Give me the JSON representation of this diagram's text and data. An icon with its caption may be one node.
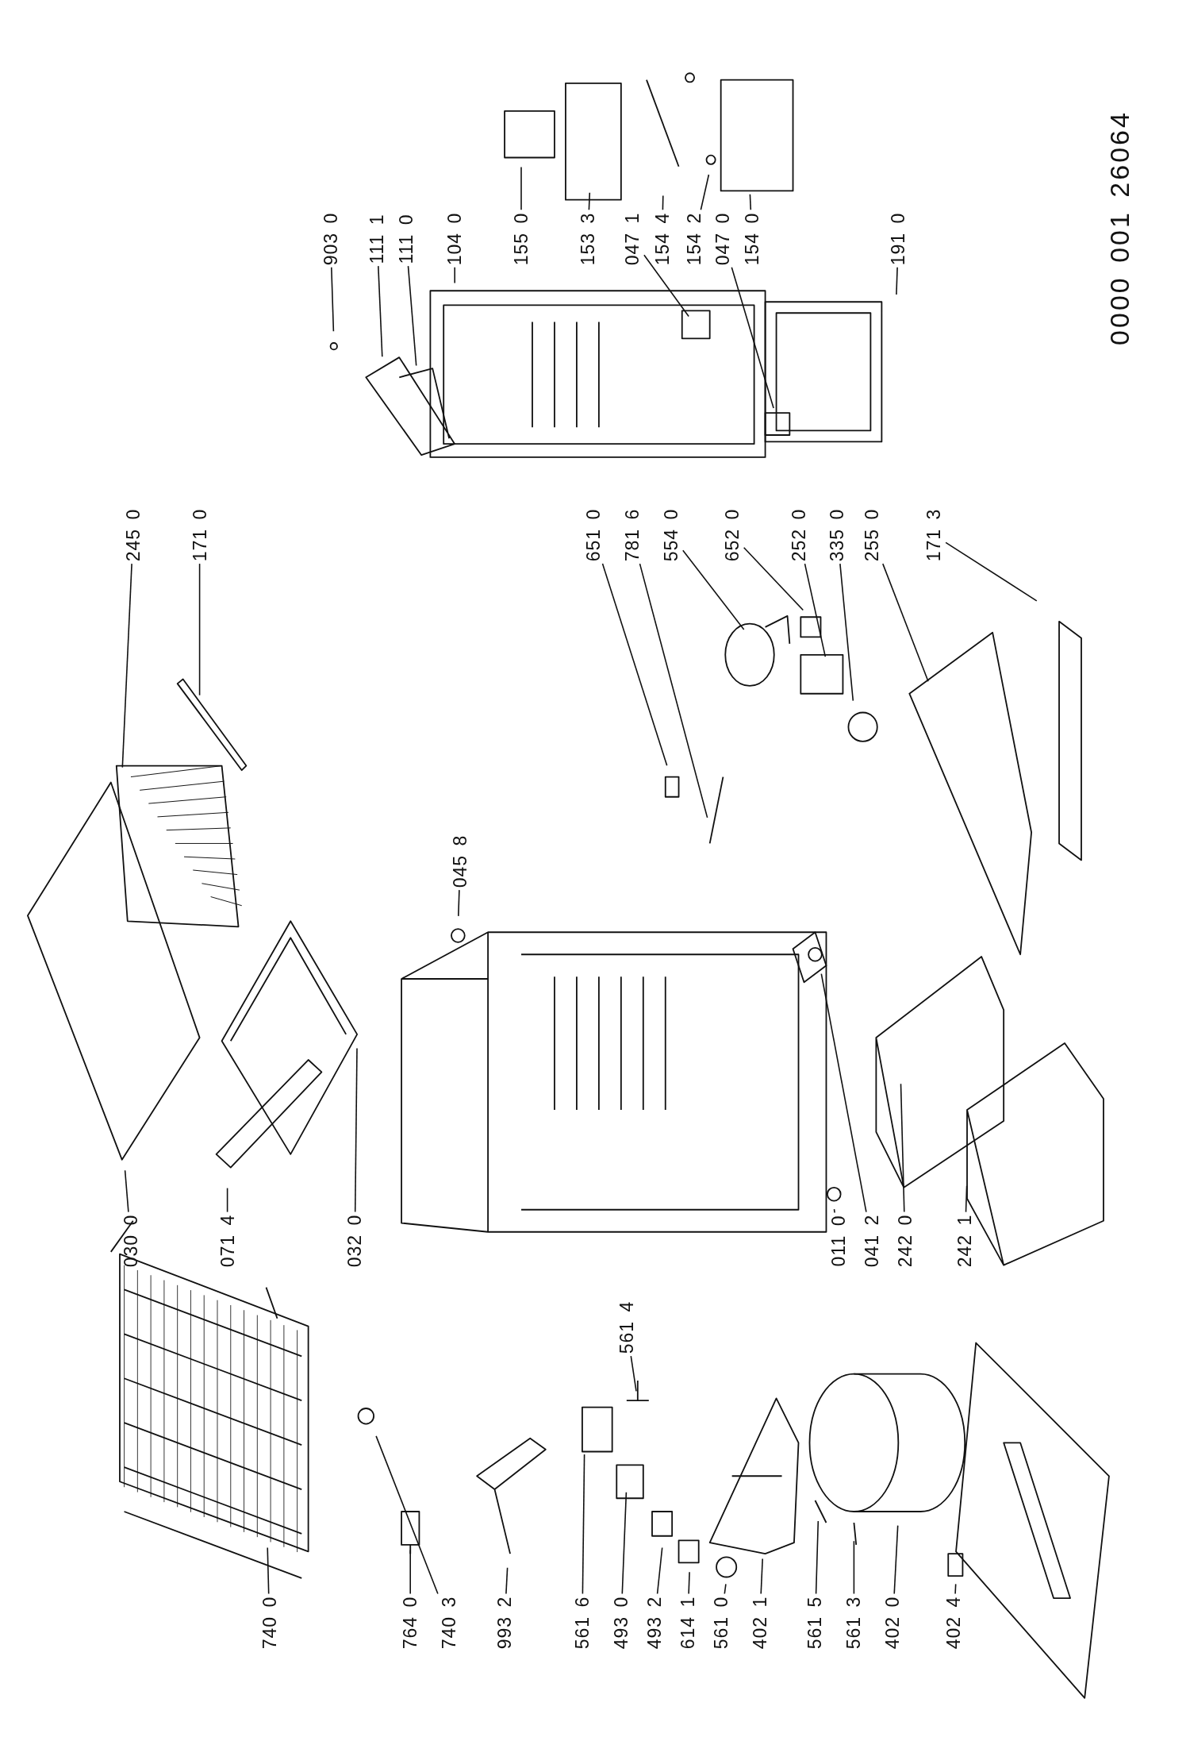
{
  "diagram": {
    "nodes": [
      {
        "text": [
          "903 0"
        ]
      },
      {
        "text": [
          "111 1"
        ]
      },
      {
        "text": [
          "111 0"
        ]
      },
      {
        "text": [
          "104 0"
        ]
      },
      {
        "text": [
          "155 0"
        ]
      },
      {
        "text": [
          "153 3"
        ]
      },
      {
        "text": [
          "047 1"
        ]
      },
      {
        "text": [
          "154 4"
        ]
      },
      {
        "text": [
          "154 2"
        ]
      },
      {
        "text": [
          "047 0"
        ]
      },
      {
        "text": [
          "154 0"
        ]
      },
      {
        "text": [
          "191 0"
        ]
      },
      {
        "text": [
          "245 0"
        ]
      },
      {
        "text": [
          "171 0"
        ]
      },
      {
        "text": [
          "651 0"
        ]
      },
      {
        "text": [
          "781 6"
        ]
      },
      {
        "text": [
          "554 0"
        ]
      },
      {
        "text": [
          "652 0"
        ]
      },
      {
        "text": [
          "252 0"
        ]
      },
      {
        "text": [
          "335 0"
        ]
      },
      {
        "text": [
          "255 0"
        ]
      },
      {
        "text": [
          "171 3"
        ]
      },
      {
        "text": [
          "045 8"
        ]
      },
      {
        "text": [
          "030 0"
        ]
      },
      {
        "text": [
          "071 4"
        ]
      },
      {
        "text": [
          "032 0"
        ]
      },
      {
        "text": [
          "011 0"
        ]
      },
      {
        "text": [
          "041 2"
        ]
      },
      {
        "text": [
          "242 0"
        ]
      },
      {
        "text": [
          "242 1"
        ]
      },
      {
        "text": [
          "561 4"
        ]
      },
      {
        "text": [
          "740 0"
        ]
      },
      {
        "text": [
          "764 0"
        ]
      },
      {
        "text": [
          "740 3"
        ]
      },
      {
        "text": [
          "993 2"
        ]
      },
      {
        "text": [
          "561 6"
        ]
      },
      {
        "text": [
          "493 0"
        ]
      },
      {
        "text": [
          "493 2"
        ]
      },
      {
        "text": [
          "614 1"
        ]
      },
      {
        "text": [
          "561 0"
        ]
      },
      {
        "text": [
          "402 1"
        ]
      },
      {
        "text": [
          "561 5"
        ]
      },
      {
        "text": [
          "561 3"
        ]
      },
      {
        "text": [
          "402 0"
        ]
      },
      {
        "text": [
          "402 4"
        ]
      }
    ],
    "edges": [
      {
        "from": 0,
        "to": null,
        "arrow": "none"
      },
      {
        "from": 1,
        "to": null,
        "arrow": "none"
      },
      {
        "from": 2,
        "to": null,
        "arrow": "none"
      },
      {
        "from": 3,
        "to": null,
        "arrow": "none"
      },
      {
        "from": 4,
        "to": null,
        "arrow": "none"
      },
      {
        "from": 5,
        "to": null,
        "arrow": "none"
      },
      {
        "from": 6,
        "to": null,
        "arrow": "none"
      },
      {
        "from": 7,
        "to": null,
        "arrow": "none"
      },
      {
        "from": 8,
        "to": null,
        "arrow": "none"
      },
      {
        "from": 9,
        "to": null,
        "arrow": "none"
      },
      {
        "from": 10,
        "to": null,
        "arrow": "none"
      },
      {
        "from": 11,
        "to": null,
        "arrow": "none"
      },
      {
        "from": 12,
        "to": null,
        "arrow": "none"
      },
      {
        "from": 13,
        "to": null,
        "arrow": "none"
      },
      {
        "from": 14,
        "to": null,
        "arrow": "none"
      },
      {
        "from": 15,
        "to": null,
        "arrow": "none"
      },
      {
        "from": 16,
        "to": null,
        "arrow": "none"
      },
      {
        "from": 17,
        "to": null,
        "arrow": "none"
      },
      {
        "from": 18,
        "to": null,
        "arrow": "none"
      },
      {
        "from": 19,
        "to": null,
        "arrow": "none"
      },
      {
        "from": 20,
        "to": null,
        "arrow": "none"
      },
      {
        "from": 21,
        "to": null,
        "arrow": "none"
      },
      {
        "from": 22,
        "to": null,
        "arrow": "none"
      },
      {
        "from": 23,
        "to": null,
        "arrow": "none"
      },
      {
        "from": 24,
        "to": null,
        "arrow": "none"
      },
      {
        "from": 25,
        "to": null,
        "arrow": "none"
      },
      {
        "from": 26,
        "to": null,
        "arrow": "none"
      },
      {
        "from": 27,
        "to": null,
        "arrow": "none"
      },
      {
        "from": 28,
        "to": null,
        "arrow": "none"
      },
      {
        "from": 29,
        "to": null,
        "arrow": "none"
      },
      {
        "from": 30,
        "to": null,
        "arrow": "none"
      },
      {
        "from": 31,
        "to": null,
        "arrow": "none"
      },
      {
        "from": 32,
        "to": null,
        "arrow": "none"
      },
      {
        "from": 33,
        "to": null,
        "arrow": "none"
      },
      {
        "from": 34,
        "to": null,
        "arrow": "none"
      },
      {
        "from": 35,
        "to": null,
        "arrow": "none"
      },
      {
        "from": 36,
        "to": null,
        "arrow": "none"
      },
      {
        "from": 37,
        "to": null,
        "arrow": "none"
      },
      {
        "from": 38,
        "to": null,
        "arrow": "none"
      },
      {
        "from": 39,
        "to": null,
        "arrow": "none"
      },
      {
        "from": 40,
        "to": null,
        "arrow": "none"
      },
      {
        "from": 41,
        "to": null,
        "arrow": "none"
      },
      {
        "from": 42,
        "to": null,
        "arrow": "none"
      },
      {
        "from": 43,
        "to": null,
        "arrow": "none"
      },
      {
        "from": 44,
        "to": null,
        "arrow": "none"
      }
    ],
    "labels": [
      "0000 001 26064"
    ]
  }
}
